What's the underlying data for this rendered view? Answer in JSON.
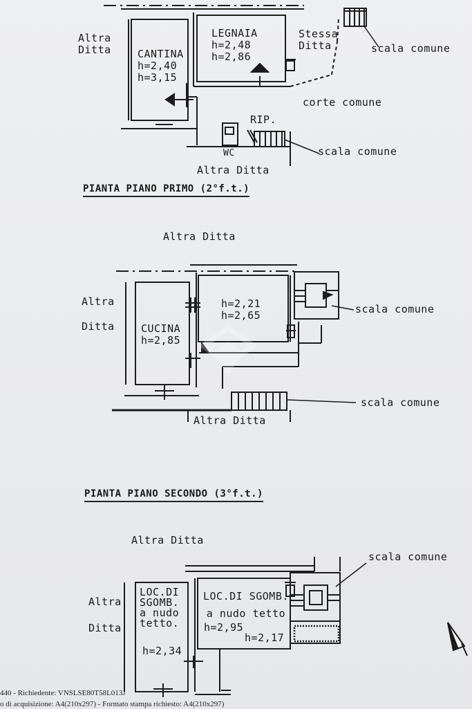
{
  "plans": {
    "first": {
      "label_altra_ditta_left": "Altra\nDitta",
      "cantina": "CANTINA\nh=2,40\nh=3,15",
      "legnaia": "LEGNAIA\nh=2,48\nh=2,86",
      "stessa_ditta": "Stessa\nDitta",
      "scala_comune_top": "scala comune",
      "corte_comune": "corte comune",
      "rip": "RIP.",
      "wc": "WC",
      "scala_comune_mid": "scala comune",
      "altra_ditta_bottom": "Altra Ditta",
      "title": "PIANTA PIANO PRIMO (2°f.t.)"
    },
    "second": {
      "altra_ditta_top": "Altra Ditta",
      "altra_left": "Altra",
      "ditta_left": "Ditta",
      "cucina": "CUCINA\nh=2,85",
      "room_heights": "h=2,21\nh=2,65",
      "scala_comune_1": "scala comune",
      "scala_comune_2": "scala comune",
      "altra_ditta_bottom": "Altra Ditta",
      "title": "PIANTA PIANO SECONDO (3°f.t.)"
    },
    "third": {
      "altra_ditta_top": "Altra Ditta",
      "scala_comune": "scala comune",
      "altra_left": "Altra",
      "ditta_left": "Ditta",
      "loc_left": "LOC.DI\nSGOMB.\na nudo\ntetto.",
      "loc_left_h": "h=2,34",
      "loc_right": "LOC.DI SGOMB.\na nudo tetto",
      "loc_right_h1": "h=2,95",
      "loc_right_h2": "h=2,17"
    }
  },
  "footer": {
    "line1": "440 - Richiedente: VNSLSE80T58L013J",
    "line2": "o di acquisizione: A4(210x297)  - Formato stampa richiesto: A4(210x297)"
  }
}
